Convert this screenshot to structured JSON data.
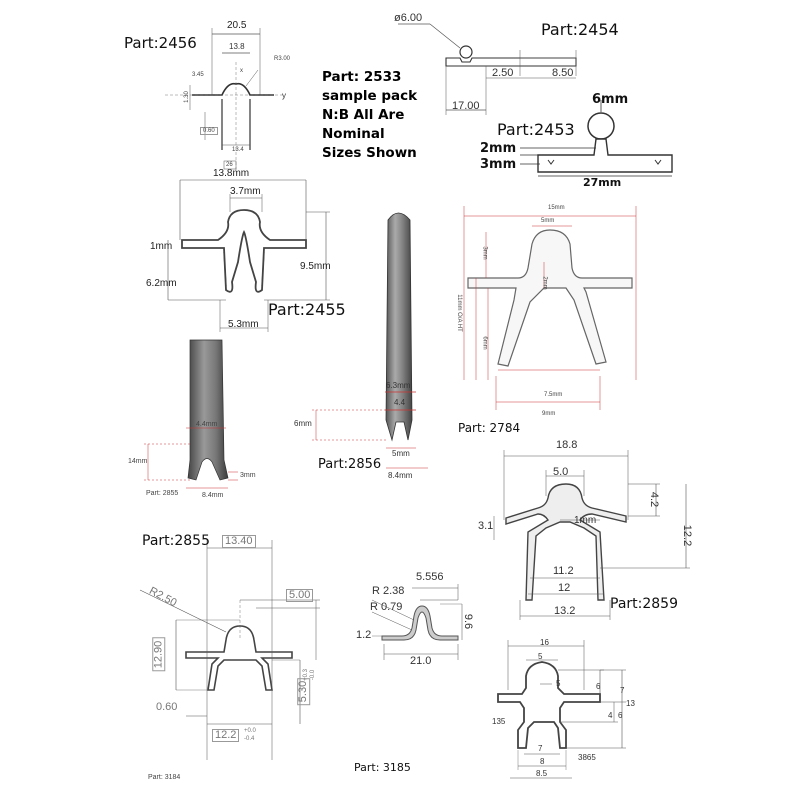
{
  "note": {
    "lines": [
      "Part: 2533",
      "sample pack",
      "N:B All Are",
      "Nominal",
      "Sizes Shown"
    ]
  },
  "parts": {
    "p2456": {
      "label": "Part:2456",
      "dims": [
        "20.5",
        "13.8",
        "R3.00",
        "3.45",
        "1.30",
        "0.60",
        "13.4",
        "x",
        "y",
        "26"
      ]
    },
    "p2454": {
      "label": "Part:2454",
      "dims": [
        "ø6.00",
        "2.50",
        "8.50",
        "17.00"
      ]
    },
    "p2453": {
      "label": "Part:2453",
      "dims": [
        "6mm",
        "2mm",
        "3mm",
        "27mm"
      ]
    },
    "p2455": {
      "label": "Part:2455",
      "dims": [
        "13.8mm",
        "3.7mm",
        "1mm",
        "6.2mm",
        "9.5mm",
        "5.3mm"
      ]
    },
    "p2784": {
      "label": "Part: 2784",
      "dims": [
        "15mm",
        "5mm",
        "3mm",
        "2mm",
        "11mm O/A HT",
        "6mm",
        "7.5mm",
        "9mm"
      ]
    },
    "p2856": {
      "label": "Part:2856",
      "dims": [
        "6.3mm",
        "4.4",
        "6mm",
        "5mm",
        "8.4mm"
      ]
    },
    "p2855a": {
      "label": "Part: 2855",
      "dims": [
        "4.4mm",
        "14mm",
        "3mm",
        "8.4mm"
      ]
    },
    "p2859": {
      "label": "Part:2859",
      "dims": [
        "18.8",
        "5.0",
        "4.2",
        "3.1",
        "1mm",
        "12.2",
        "11.2",
        "12",
        "13.2"
      ]
    },
    "p2855b": {
      "label": "Part:2855",
      "dims": [
        "13.40",
        "5.00",
        "R2.50",
        "12.90",
        "5.30",
        "0.60",
        "12.2"
      ],
      "tol1": "+0.3",
      "tol2": "-0.0",
      "tol3": "+0.0",
      "tol4": "-0.4"
    },
    "p3185": {
      "label": "Part: 3185",
      "dims": [
        "5.556",
        "R 2.38",
        "R 0.79",
        "1.2",
        "21.0",
        "9.6"
      ]
    },
    "p3184": {
      "label": "Part: 3184"
    },
    "p3865": {
      "label": "3865",
      "dims": [
        "16",
        "5",
        "5",
        "6",
        "7",
        "13",
        "4",
        "6",
        "135",
        "7",
        "8",
        "8.5"
      ]
    }
  }
}
